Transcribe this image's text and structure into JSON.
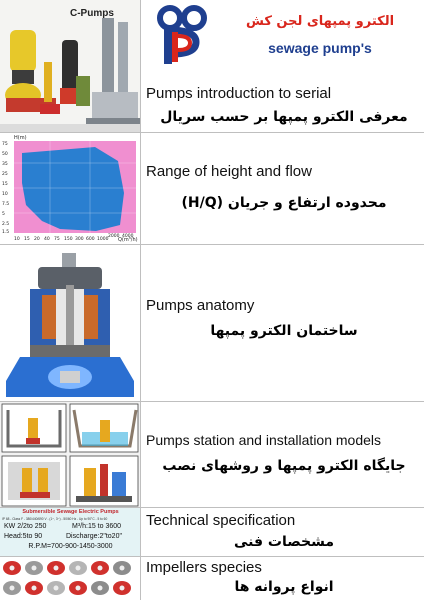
{
  "header": {
    "thumb_brand": "C-Pumps",
    "title_fa": "الکترو پمپهای لجن کش",
    "title_en": "sewage pump's",
    "accent_color": "#d9261c",
    "logo_color": "#1f3f8f"
  },
  "menu": [
    {
      "id": "serial",
      "en": "Pumps introduction to serial",
      "fa": "معرفی الکترو پمپها بر حسب سریال"
    },
    {
      "id": "range",
      "en": "Range of height and flow",
      "fa": "محدوده ارتفاع و جریان (H/Q)"
    },
    {
      "id": "anatomy",
      "en": "Pumps anatomy",
      "fa": "ساختمان الکترو پمپها"
    },
    {
      "id": "station",
      "en": "Pumps station and installation models",
      "fa": "جایگاه الکترو پمپها و روشهای نصب"
    },
    {
      "id": "spec",
      "en": "Technical specification",
      "fa": "مشخصات فنی"
    },
    {
      "id": "impellers",
      "en": "Impellers species",
      "fa": "انواع پروانه ها"
    }
  ],
  "chart_thumb": {
    "y_unit": "H(m)",
    "y_ticks": [
      "75",
      "50",
      "35",
      "25",
      "15",
      "10",
      "7.5",
      "5",
      "2.5",
      "1.5"
    ],
    "x_ticks": [
      "10",
      "15",
      "20",
      "40",
      "75",
      "150",
      "300",
      "600",
      "1000",
      "2000",
      "4000"
    ],
    "x_unit": "Q(m³/h)",
    "area_color": "#2a7fd0",
    "bg_color": "#f08fd0"
  },
  "spec_thumb": {
    "title": "Submersible Sewage Electric Pumps",
    "subline": "IP 68 - Class F - 380/440/690 V - (1~, 3~) - 50/60 Hz - Up to 90°C - 5 to 60",
    "kw": "KW 2/2to 250",
    "flow": "M³/h:15 to 3600",
    "head": "Head:5to 90",
    "discharge": "Discharge:2\"to20\"",
    "rpm": "R.P.M=700-900-1450-3000"
  }
}
